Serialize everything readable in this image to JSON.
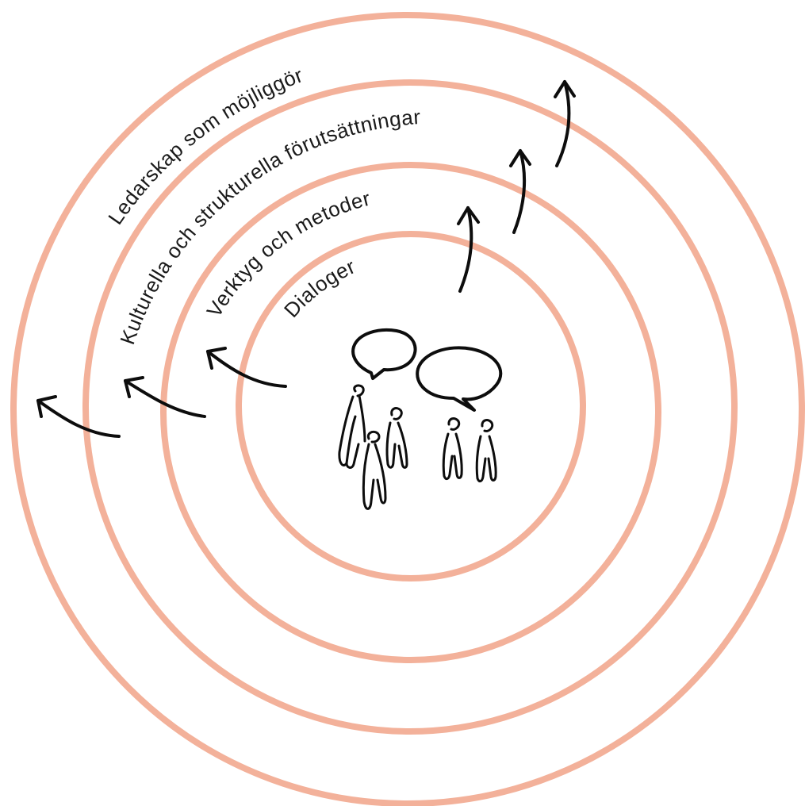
{
  "diagram": {
    "rings": [
      {
        "id": "ring-1",
        "label": "Dialoger"
      },
      {
        "id": "ring-2",
        "label": "Verktyg och metoder"
      },
      {
        "id": "ring-3",
        "label": "Kulturella och strukturella förutsättningar"
      },
      {
        "id": "ring-4",
        "label": "Ledarskap som möjliggör"
      }
    ],
    "colors": {
      "ring": "#f3b19a",
      "ink": "#0d0d0d",
      "text": "#1a1a1a",
      "background": "#ffffff"
    },
    "icons": [
      "speech-bubble-icon",
      "people-group-icon",
      "outward-arrow-icon"
    ]
  }
}
